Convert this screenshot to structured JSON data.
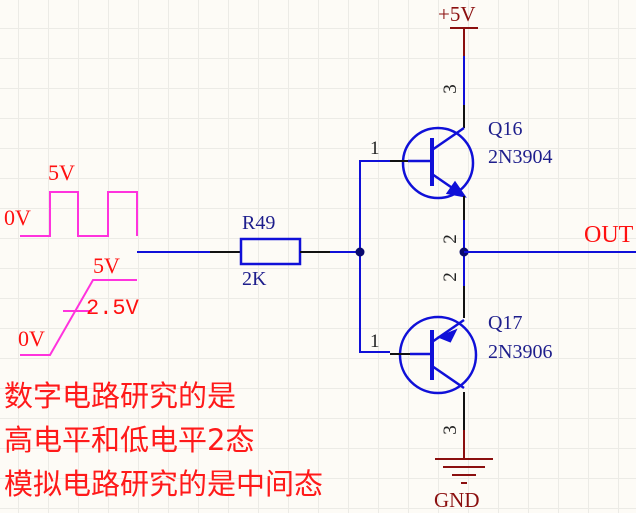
{
  "power": {
    "vcc_label": "+5V",
    "gnd_label": "GND"
  },
  "resistor": {
    "designator": "R49",
    "value": "2K"
  },
  "transistors": [
    {
      "designator": "Q16",
      "part": "2N3904",
      "type": "NPN",
      "pins": {
        "base": "1",
        "emitter": "2",
        "collector": "3"
      }
    },
    {
      "designator": "Q17",
      "part": "2N3906",
      "type": "PNP",
      "pins": {
        "base": "1",
        "emitter": "2",
        "collector": "3"
      }
    }
  ],
  "output": {
    "label": "OUT"
  },
  "digital_signal": {
    "high": "5V",
    "low": "0V"
  },
  "analog_signal": {
    "high": "5V",
    "mid": "-2.5V",
    "low": "0V"
  },
  "notes": [
    "数字电路研究的是",
    "高电平和低电平2态",
    "模拟电路研究的是中间态"
  ],
  "colors": {
    "wire": "#1010d8",
    "annotation": "#ff1010",
    "waveform": "#ff33dd",
    "power": "#8b0f0f",
    "label": "#1e1e8c"
  }
}
